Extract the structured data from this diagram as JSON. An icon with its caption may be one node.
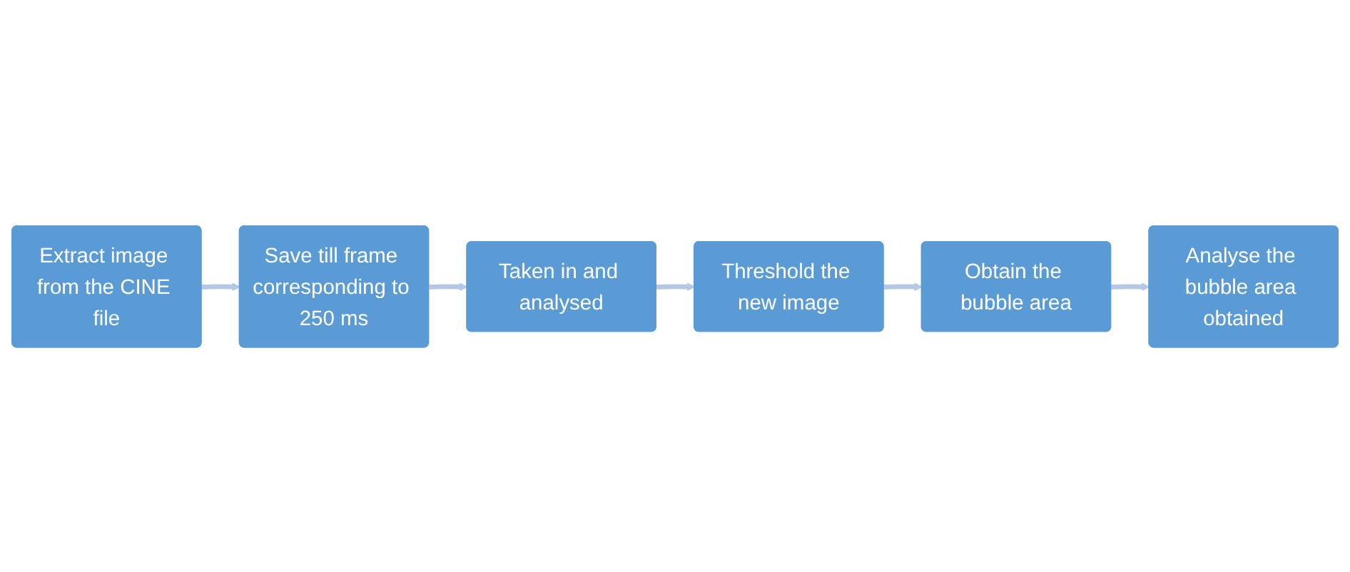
{
  "diagram": {
    "nodes": [
      {
        "text": [
          "Extract image from the CINE file"
        ]
      },
      {
        "text": [
          "Save till frame corresponding to 250 ms"
        ]
      },
      {
        "text": [
          "Taken in and analysed"
        ]
      },
      {
        "text": [
          "Threshold the new image"
        ]
      },
      {
        "text": [
          "Obtain the bubble area"
        ]
      },
      {
        "text": [
          "Analyse the bubble area obtained"
        ]
      }
    ],
    "edges": [
      {
        "from": 0,
        "to": 1,
        "arrow": "to"
      },
      {
        "from": 1,
        "to": 2,
        "arrow": "to"
      },
      {
        "from": 2,
        "to": 3,
        "arrow": "to"
      },
      {
        "from": 3,
        "to": 4,
        "arrow": "to"
      },
      {
        "from": 4,
        "to": 5,
        "arrow": "to"
      }
    ]
  }
}
